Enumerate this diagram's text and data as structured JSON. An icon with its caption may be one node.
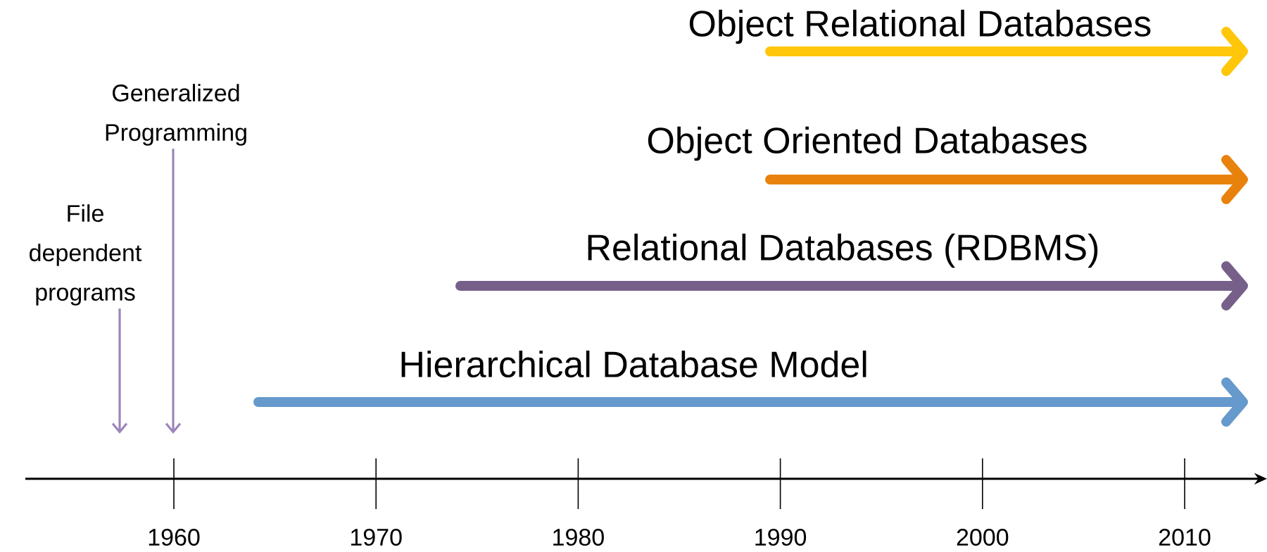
{
  "diagram": {
    "nodes": [
      {
        "text": [
          "File dependent programs"
        ]
      },
      {
        "text": [
          "Generalized Programming"
        ]
      }
    ],
    "edges": [
      {
        "from": 0,
        "to": null,
        "arrow": "to"
      },
      {
        "from": 1,
        "to": null,
        "arrow": "to"
      }
    ],
    "labels": [
      "Object Relational Databases",
      "Object Oriented Databases",
      "Relational Databases (RDBMS)",
      "Hierarchical Database Model",
      "1960",
      "1970",
      "1980",
      "1990",
      "2000",
      "2010"
    ]
  }
}
